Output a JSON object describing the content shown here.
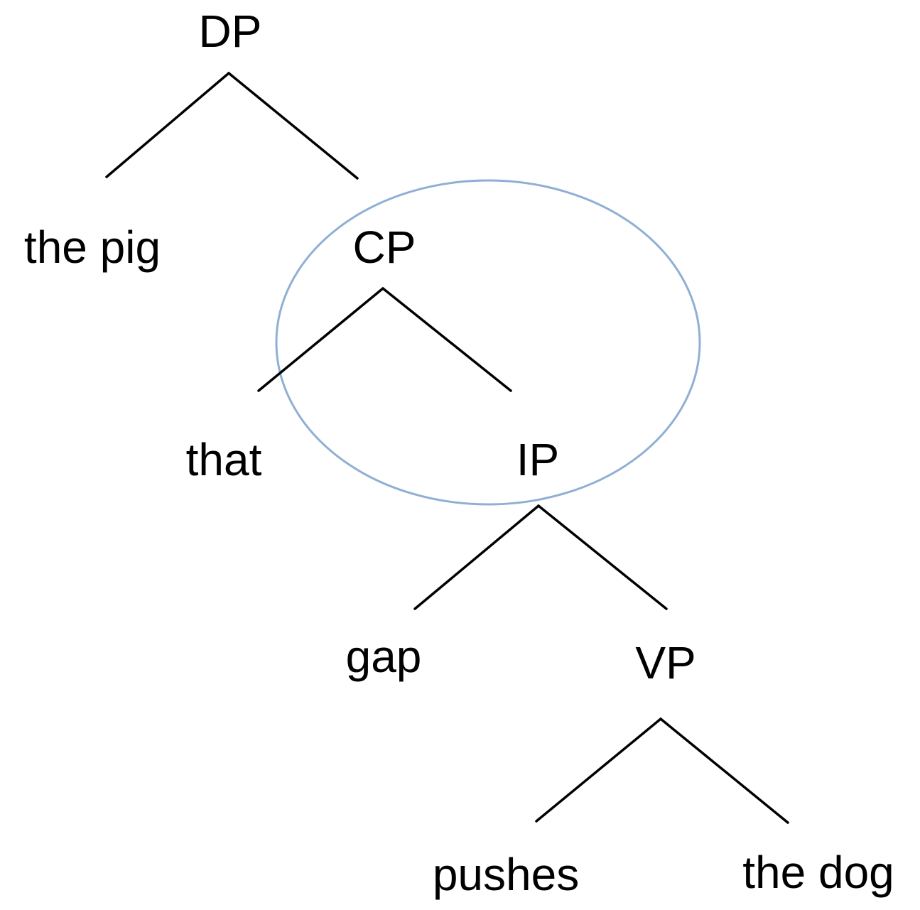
{
  "tree": {
    "nodes": {
      "dp": "DP",
      "the_pig": "the pig",
      "cp": "CP",
      "that": "that",
      "ip": "IP",
      "gap": "gap",
      "vp": "VP",
      "pushes": "pushes",
      "the_dog": "the dog"
    },
    "edges": [
      [
        "dp",
        "the_pig"
      ],
      [
        "dp",
        "cp"
      ],
      [
        "cp",
        "that"
      ],
      [
        "cp",
        "ip"
      ],
      [
        "ip",
        "gap"
      ],
      [
        "ip",
        "vp"
      ],
      [
        "vp",
        "pushes"
      ],
      [
        "vp",
        "the_dog"
      ]
    ],
    "highlight": {
      "encloses": [
        "cp",
        "ip"
      ],
      "color": "#8fb0d4"
    }
  },
  "colors": {
    "text": "#000000",
    "edges": "#000000",
    "background": "#ffffff"
  }
}
